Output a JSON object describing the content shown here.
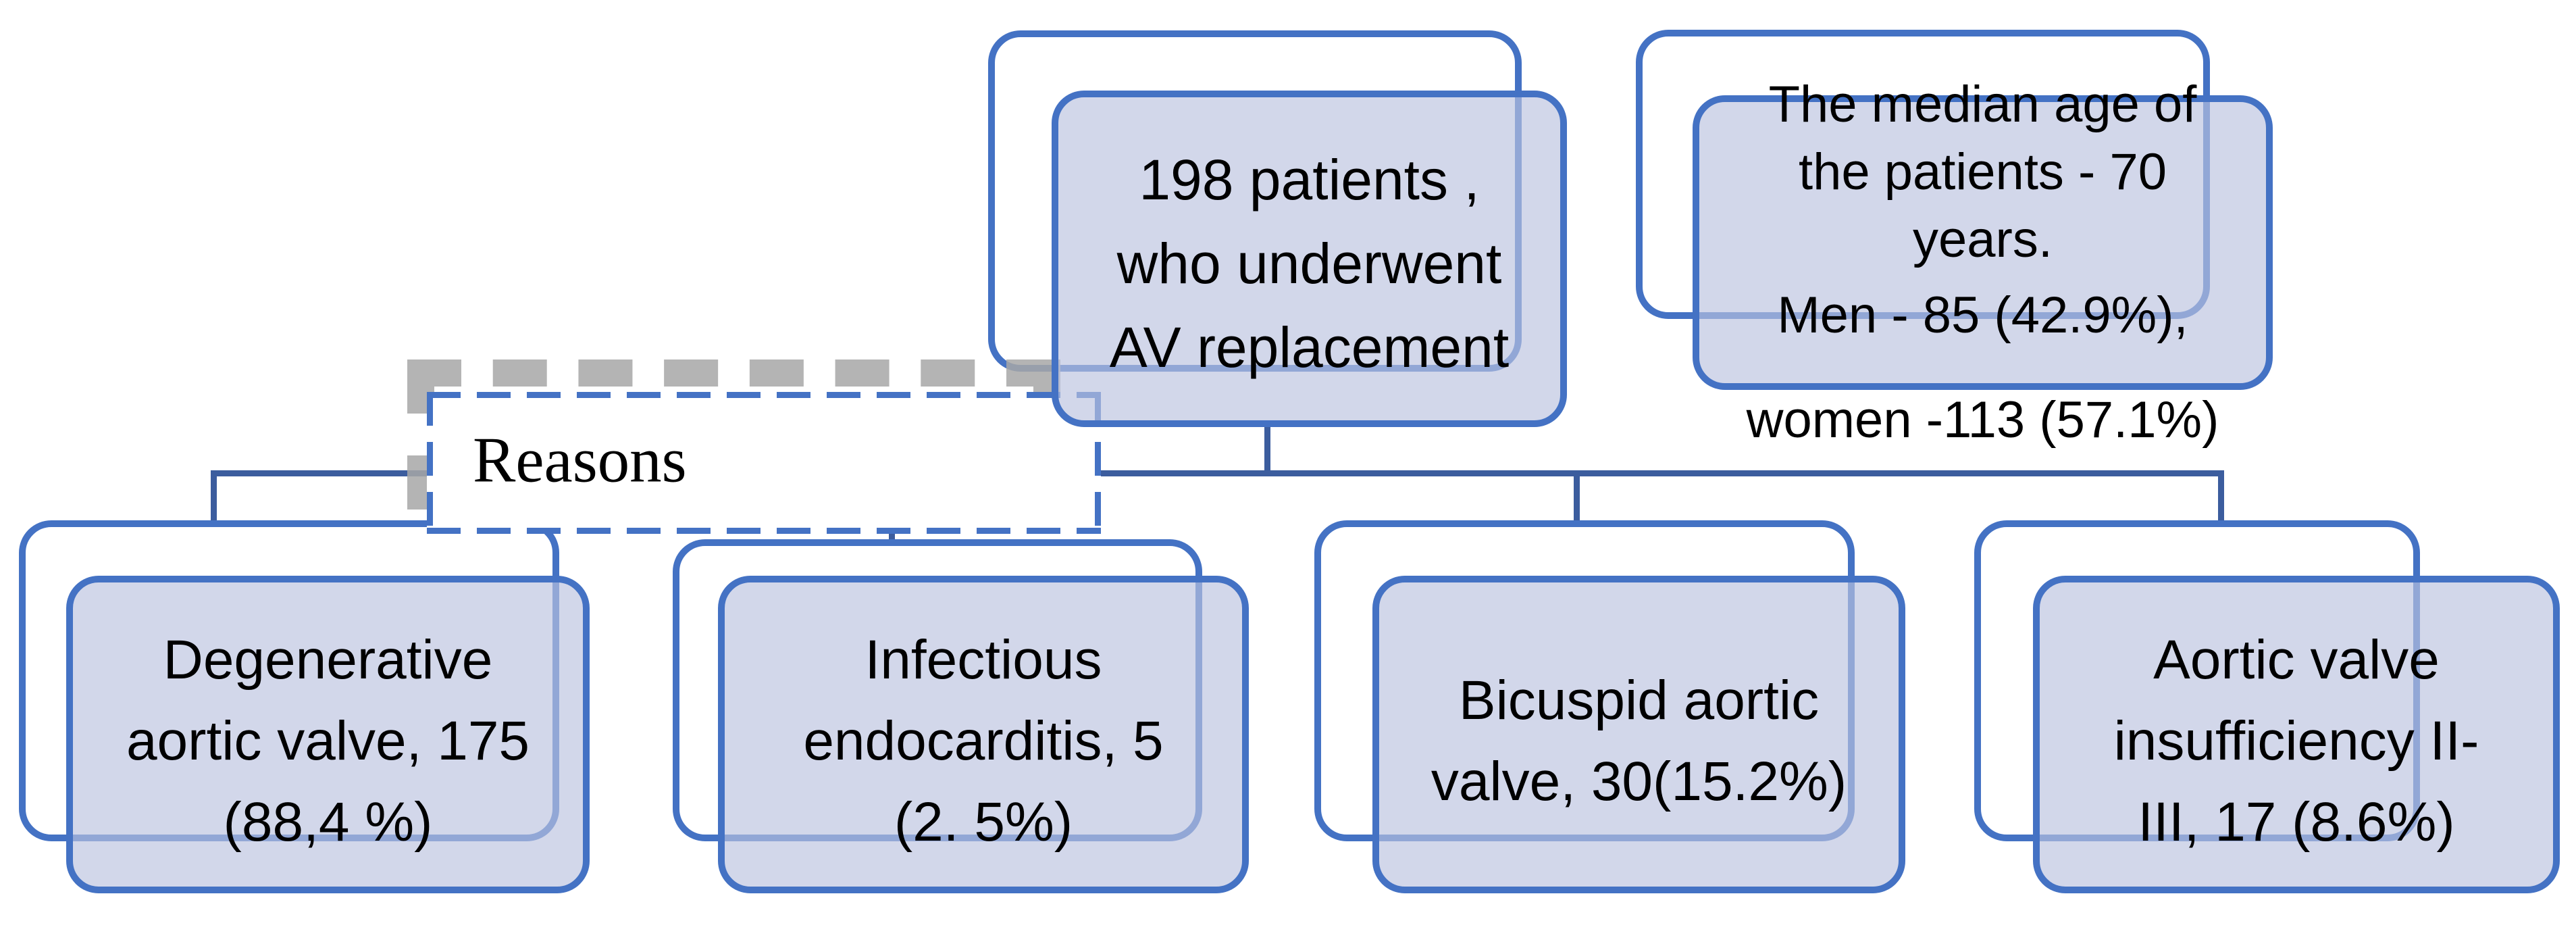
{
  "diagram": {
    "type": "flowchart",
    "colors": {
      "box_border": "#4472C4",
      "box_fill": "#D2D7EA",
      "connector": "#3C5D9E",
      "dashed_border": "#4472C4",
      "shadow_gray": "#A7A7A7",
      "text": "#000000",
      "background": "#FFFFFF"
    },
    "nodes": {
      "patients": {
        "lines": [
          "198 patients ,",
          "who underwent",
          "AV replacement"
        ]
      },
      "demographics": {
        "paragraphs": [
          [
            "The median age of",
            "the patients - 70",
            "years."
          ],
          [
            "Men - 85 (42.9%),"
          ],
          [
            "women -113 (57.1%)"
          ]
        ]
      },
      "reasons": {
        "label": "Reasons"
      },
      "degenerative": {
        "lines": [
          "Degenerative",
          "aortic valve, 175",
          "(88,4 %)"
        ]
      },
      "infectious": {
        "lines": [
          "Infectious",
          "endocarditis, 5",
          "(2. 5%)"
        ]
      },
      "bicuspid": {
        "lines": [
          "Bicuspid aortic",
          "valve, 30(15.2%)"
        ]
      },
      "insufficiency": {
        "lines": [
          "Aortic valve",
          "insufficiency II-",
          "III, 17 (8.6%)"
        ]
      }
    }
  }
}
